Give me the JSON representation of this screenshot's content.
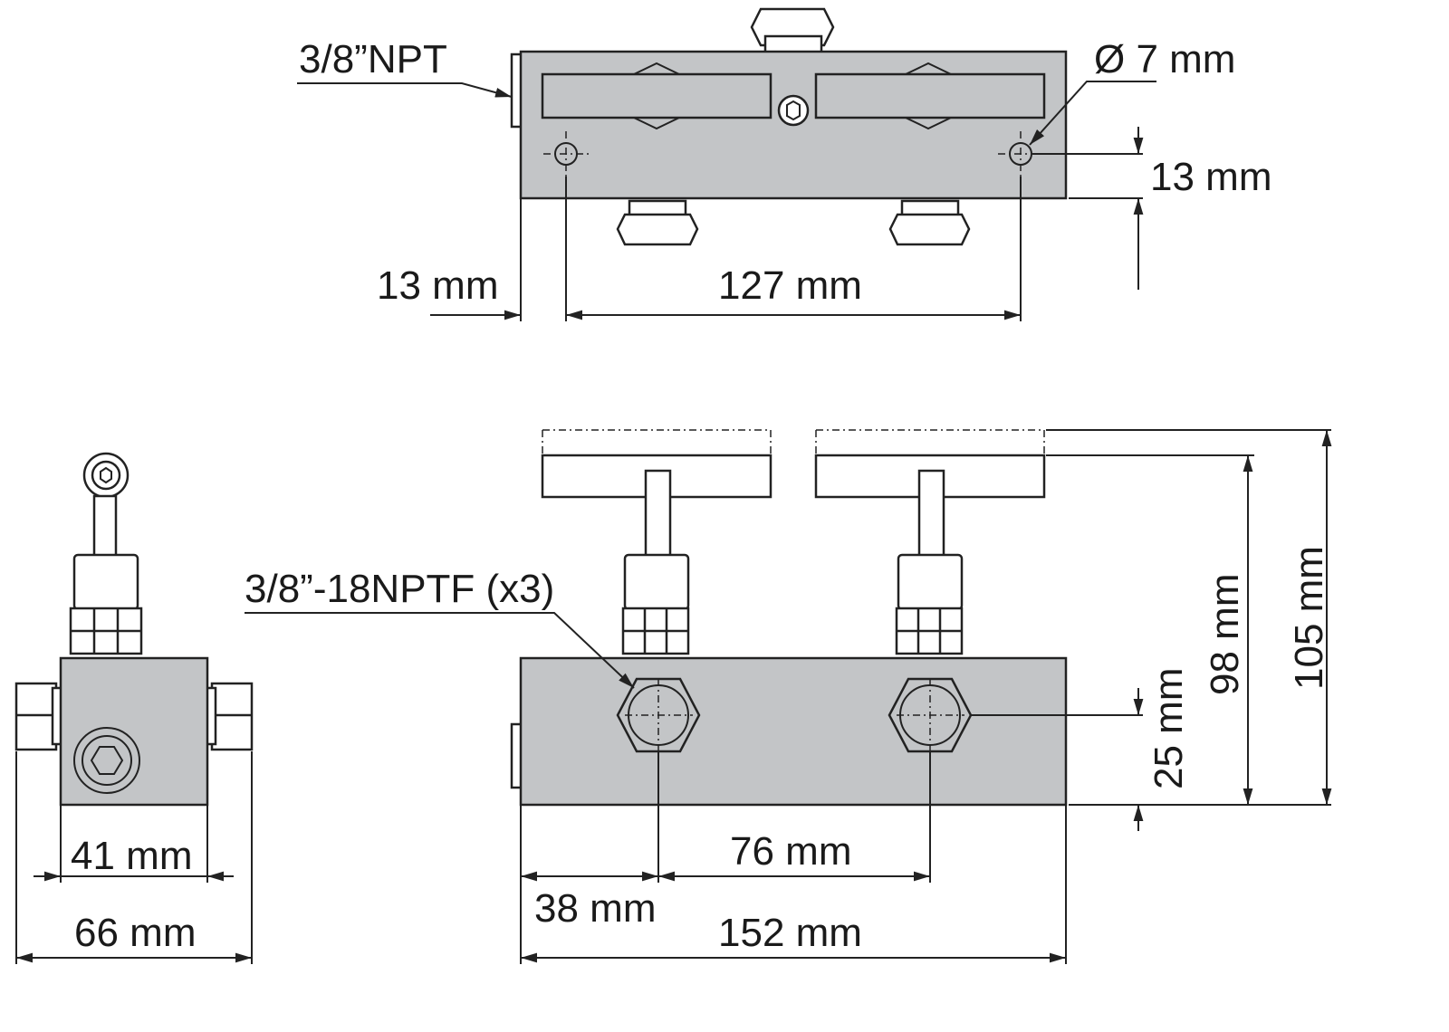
{
  "labels": {
    "npt_port": "3/8”NPT",
    "hole_diameter": "Ø 7 mm",
    "hole_offset_vertical": "13 mm",
    "hole_offset_horizontal": "13 mm",
    "hole_spacing": "127 mm",
    "nptf_ports": "3/8”-18NPTF (x3)",
    "port_height": "25 mm",
    "handle_height": "98 mm",
    "total_height": "105 mm",
    "port_spacing": "76 mm",
    "port_offset": "38 mm",
    "total_length": "152 mm",
    "body_width": "41 mm",
    "total_width": "66 mm"
  }
}
